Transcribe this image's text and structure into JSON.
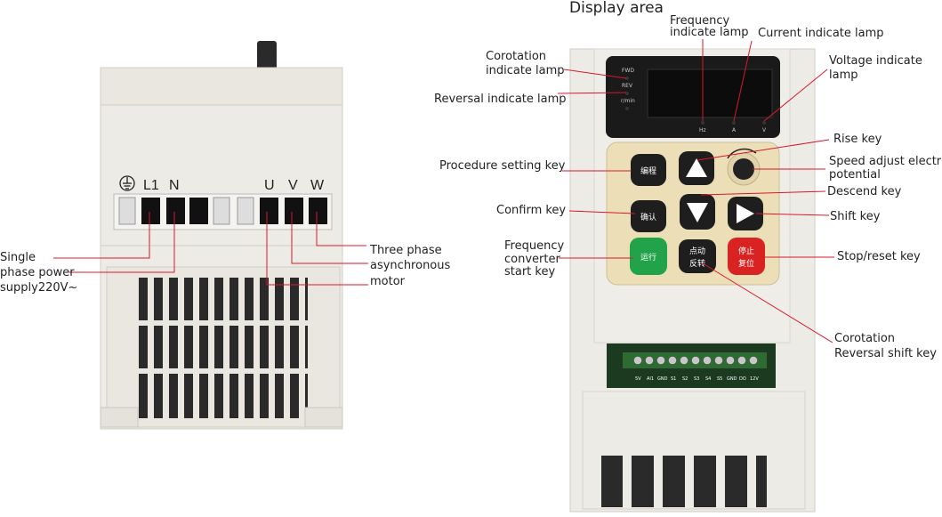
{
  "colors": {
    "leader": "#d9182d",
    "housing": "#eceae3",
    "panel": "#1a1a1a",
    "keypad": "#ecdfb8",
    "key": "#1e1e1e",
    "run_key": "#22a34a",
    "stop_key": "#d92323"
  },
  "left_unit": {
    "terminal_labels": [
      "L1",
      "N",
      "U",
      "V",
      "W"
    ],
    "ground_symbol": "ground-icon",
    "callouts": {
      "single_phase": [
        "Single",
        "phase power",
        "supply220V~"
      ],
      "motor": [
        "Three phase",
        "asynchronous",
        "motor"
      ]
    }
  },
  "right_unit": {
    "display_title": "Display area",
    "led_labels": [
      "FWD",
      "REV",
      "r/min"
    ],
    "unit_labels": [
      "Hz",
      "A",
      "V"
    ],
    "keys": {
      "program": "编程",
      "confirm": "确认",
      "run": "运行",
      "jog_line1": "点动",
      "jog_line2": "反转",
      "stop_line1": "停止",
      "stop_line2": "复位"
    },
    "terminal_strip": [
      "5V",
      "AI1",
      "GND",
      "S1",
      "S2",
      "S3",
      "S4",
      "S5",
      "GND",
      "DO",
      "12V"
    ],
    "callouts": {
      "frequency_lamp": [
        "Frequency",
        "indicate lamp"
      ],
      "current_lamp": "Current indicate lamp",
      "voltage_lamp": [
        "Voltage indicate",
        "lamp"
      ],
      "corotation_lamp": [
        "Corotation",
        "indicate lamp"
      ],
      "reversal_lamp": "Reversal indicate lamp",
      "rise_key": "Rise key",
      "speed_adjust": [
        "Speed adjust electric",
        "potential"
      ],
      "descend_key": "Descend key",
      "procedure_key": "Procedure setting key",
      "confirm_key": "Confirm key",
      "shift_key": "Shift key",
      "start_key": [
        "Frequency",
        "converter",
        "start key"
      ],
      "stop_reset_key": "Stop/reset key",
      "corotation_reversal": [
        "Corotation",
        "Reversal shift key"
      ]
    }
  }
}
